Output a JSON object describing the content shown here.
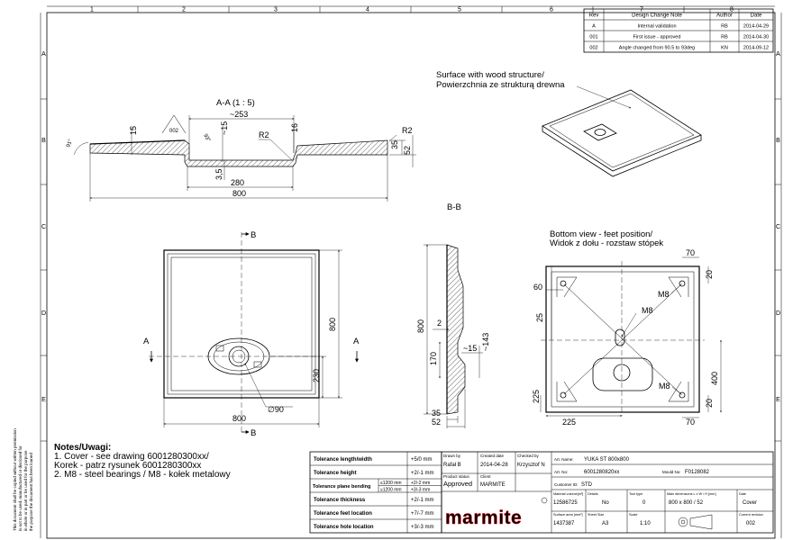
{
  "grid": {
    "columns": [
      "1",
      "2",
      "3",
      "4",
      "5",
      "6",
      "7",
      "8"
    ],
    "rows": [
      "A",
      "B",
      "C",
      "D",
      "E"
    ]
  },
  "revision_table": {
    "headers": [
      "Rev",
      "Design Change Note",
      "Author",
      "Date"
    ],
    "rows": [
      [
        "A",
        "Internal validation",
        "RB",
        "2014-04-29"
      ],
      [
        "001",
        "First issue - approved",
        "RB",
        "2014-04-30"
      ],
      [
        "002",
        "Angle changed from 90.5 to 93deg",
        "KN",
        "2014-09-12"
      ]
    ]
  },
  "section_aa": {
    "title": "A-A (1 : 5)",
    "dims": {
      "top_width": "~253",
      "angle": "93°",
      "d15_left": "15",
      "d15_mid": "~15",
      "r2_mid": "R2",
      "d16": "16",
      "r2_right": "R2",
      "d35_right": "35",
      "d52_right": "52",
      "d35_bottom": "3,5",
      "w280": "280",
      "w800": "800",
      "finish": "002",
      "angle_left": "91°"
    }
  },
  "surface_note": [
    "Surface with wood structure/",
    "Powierzchnia ze strukturą drewna"
  ],
  "section_bb_label": "B-B",
  "top_view": {
    "label_b": "B",
    "label_a": "A",
    "dims": {
      "w800": "800",
      "h800": "800",
      "d230": "230",
      "d90": "∅90"
    }
  },
  "side_view": {
    "dims": {
      "h800": "800",
      "d2": "2",
      "d170": "170",
      "d15": "~15",
      "d143": "~143",
      "d35": "35",
      "d52": "52"
    }
  },
  "bottom_view": {
    "title": [
      "Bottom view - feet position/",
      "Widok z dołu - rozstaw stópek"
    ],
    "dims": {
      "d70_top": "70",
      "d20_top": "20",
      "m8_top": "M8",
      "d60": "60",
      "d25": "25",
      "m8_mid": "M8",
      "d400": "400",
      "d225_left": "225",
      "m8_bottom": "M8",
      "d225_bottom": "225",
      "d70_bottom": "70",
      "d20_bottom": "20"
    }
  },
  "notes": {
    "title": "Notes/Uwagi:",
    "lines": [
      "1.     Cover - see drawing 6001280300xx/",
      "Korek - patrz rysunek 6001280300xx",
      "2.     M8 - steel bearings / M8 - kołek metalowy"
    ]
  },
  "side_legal": [
    "This document shall be copied without written permission",
    "is not to be used, manufactured or disclosed for",
    "in whole or in part or be used for the purpose",
    "the purpose the document has been loaned"
  ],
  "tolerances": [
    {
      "name": "Tolerance length/width",
      "value": "+5/0 mm"
    },
    {
      "name": "Tolerance height",
      "value": "+2/-1 mm"
    },
    {
      "name": "Tolerance plane bending",
      "sub": [
        "≤1200 mm",
        "≥1200 mm"
      ],
      "values": [
        "+2/-2 mm",
        "+3/-3 mm"
      ]
    },
    {
      "name": "Tolerance thickness",
      "value": "+2/-1 mm"
    },
    {
      "name": "Tolerance feet location",
      "value": "+7/-7 mm"
    },
    {
      "name": "Tolerance hole location",
      "value": "+3/-3 mm"
    }
  ],
  "title_block": {
    "drawn_by_label": "Drawn by",
    "drawn_by": "Rafał B",
    "created_label": "Created date",
    "created": "2014-04-28",
    "checked_label": "Checked by",
    "checked": "Krzysztof N",
    "product_status_label": "Product status",
    "product_status": "Approved",
    "client_label": "Client",
    "client": "MARMITE",
    "art_name_label": "Art. Name:",
    "art_name": "YUKA ST 800x800",
    "art_no_label": "Art. No:",
    "art_no": "6001280820xx",
    "mould_label": "Mould No:",
    "mould": "F0128082",
    "customer_label": "Customer ID:",
    "customer": "STD",
    "material_label": "Material volume[m³]",
    "material": "12586725",
    "scale_label": "Scale",
    "scale": "1:10",
    "details_label": "Details",
    "details": "No",
    "tooltype_label": "Tool type",
    "tooltype": "0",
    "dims_label": "Main dimensions L x W / H [mm]",
    "dims": "800 x 800 / 52",
    "date_label": "Date",
    "date": "Cover",
    "surface_label": "Surface area [mm²]",
    "surface": "1437387",
    "sheet_label": "Sheet Size",
    "sheet": "A3",
    "revision_label": "Current revision",
    "revision": "002"
  },
  "logo": "marmite"
}
